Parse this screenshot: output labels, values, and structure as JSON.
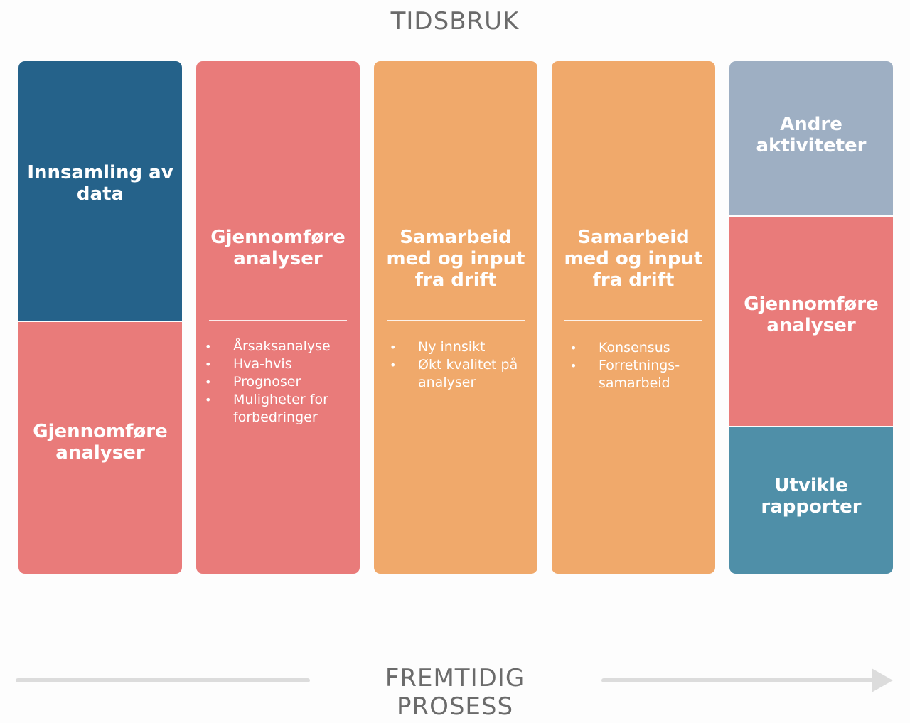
{
  "header": {
    "title": "TIDSBRUK"
  },
  "footer": {
    "title_line1": "FREMTIDIG",
    "title_line2": "PROSESS"
  },
  "colors": {
    "navy": "#25628a",
    "coral": "#e97b7a",
    "orange": "#f0a96b",
    "grey_blue": "#9eafc3",
    "teal": "#4f8fa8",
    "arrow": "#dcdcdc"
  },
  "columns": [
    {
      "segments": [
        {
          "title_line1": "Innsamling av",
          "title_line2": "data"
        },
        {
          "title_line1": "Gjennomføre",
          "title_line2": "analyser"
        }
      ]
    },
    {
      "title_line1": "Gjennomføre",
      "title_line2": "analyser",
      "bullets": [
        "Årsaksanalyse",
        "Hva-hvis",
        "Prognoser",
        "Muligheter for forbedringer"
      ]
    },
    {
      "title_line1": "Samarbeid",
      "title_line2": "med og input",
      "title_line3": "fra drift",
      "bullets": [
        "Ny innsikt",
        "Økt kvalitet på analyser"
      ]
    },
    {
      "title_line1": "Samarbeid",
      "title_line2": "med og input",
      "title_line3": "fra drift",
      "bullets": [
        "Konsensus",
        "Forretnings-samarbeid"
      ]
    },
    {
      "segments": [
        {
          "title_line1": "Andre",
          "title_line2": "aktiviteter"
        },
        {
          "title_line1": "Gjennomføre",
          "title_line2": "analyser"
        },
        {
          "title_line1": "Utvikle",
          "title_line2": "rapporter"
        }
      ]
    }
  ]
}
